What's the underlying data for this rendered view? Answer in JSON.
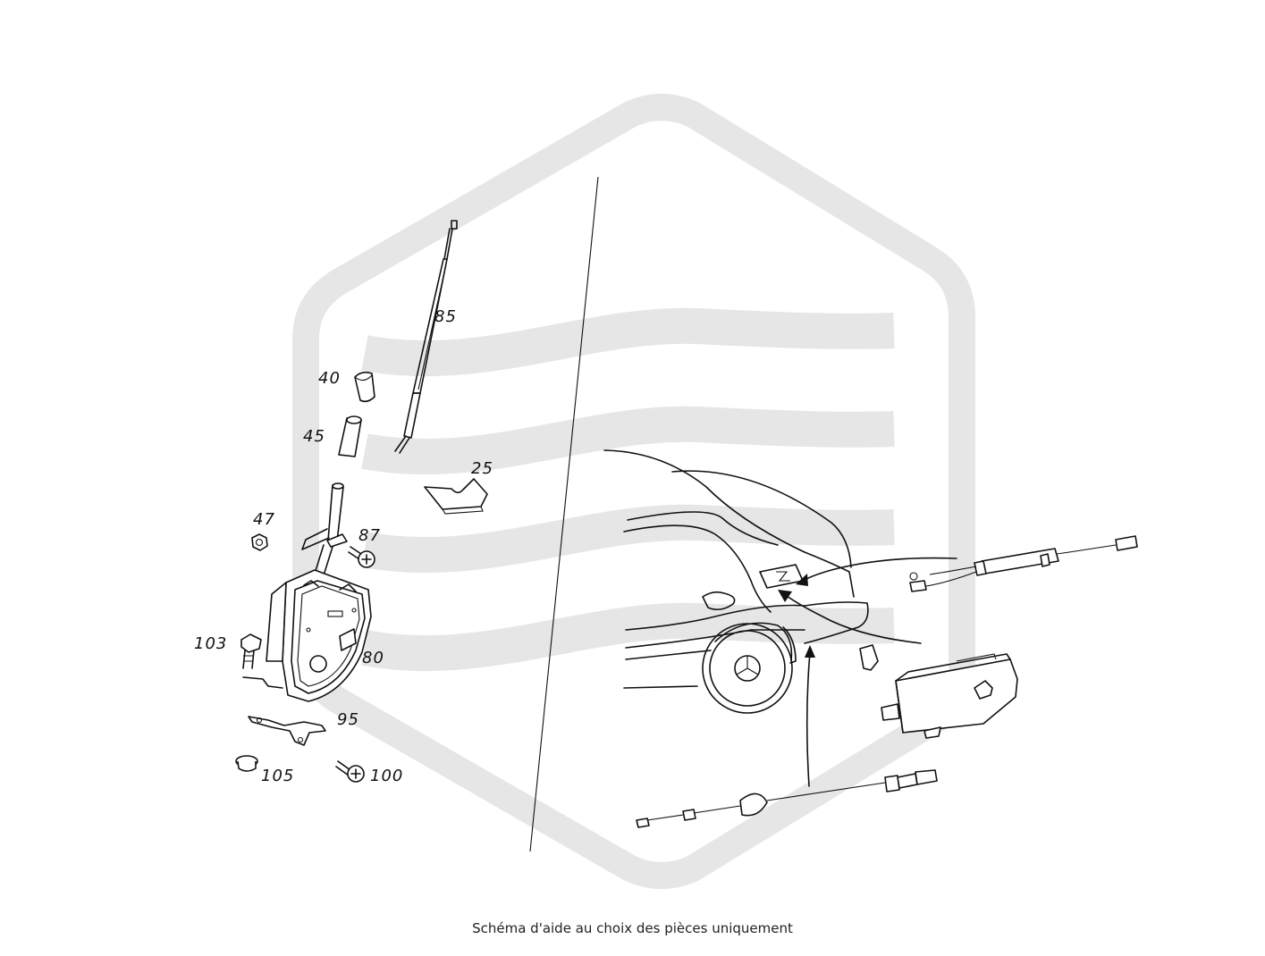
{
  "diagram": {
    "callouts": [
      {
        "id": "85",
        "label": "85"
      },
      {
        "id": "40",
        "label": "40"
      },
      {
        "id": "45",
        "label": "45"
      },
      {
        "id": "25",
        "label": "25"
      },
      {
        "id": "47",
        "label": "47"
      },
      {
        "id": "87",
        "label": "87"
      },
      {
        "id": "103",
        "label": "103"
      },
      {
        "id": "80",
        "label": "80"
      },
      {
        "id": "95",
        "label": "95"
      },
      {
        "id": "105",
        "label": "105"
      },
      {
        "id": "100",
        "label": "100"
      }
    ],
    "watermark_color": "#e6e6e6",
    "line_color": "#111111"
  },
  "caption": "Schéma d'aide au choix des pièces uniquement"
}
